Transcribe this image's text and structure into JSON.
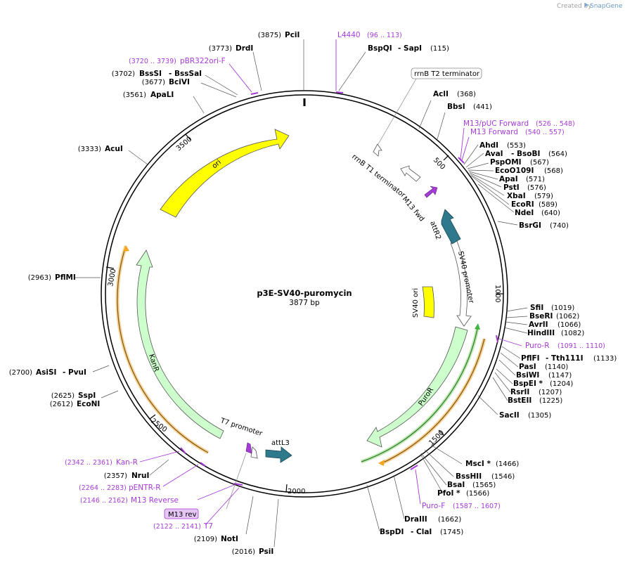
{
  "brand": {
    "created_by": "Created by",
    "name": "SnapGene"
  },
  "plasmid": {
    "name": "p3E-SV40-puromycin",
    "length": "3877 bp"
  },
  "ticks": [
    "500",
    "1000",
    "1500",
    "2000",
    "2500",
    "3000",
    "3500"
  ],
  "features": {
    "ori": "ori",
    "kanr": "KanR",
    "puror": "PuroR",
    "sv40_promoter": "SV40 promoter",
    "sv40_ori": "SV40 ori",
    "attr2": "attR2",
    "attl3": "attL3",
    "m13_fwd": "M13 fwd",
    "rrnb_t1": "rrnB T1 terminator",
    "rrnb_t2": "rrnB T2 terminator",
    "t7_promoter": "T7 promoter",
    "m13_rev": "M13 rev"
  },
  "sites": {
    "PciI": {
      "name": "PciI",
      "pos": "(3875)"
    },
    "BspQI": {
      "name": "BspQI",
      "pos": ""
    },
    "SapI": {
      "name": "- SapI",
      "pos": "(115)"
    },
    "DrdI": {
      "name": "DrdI",
      "pos": "(3773)"
    },
    "BssSI": {
      "name": "BssSI",
      "pos": "(3702)"
    },
    "BssSaI": {
      "name": "- BssSaI",
      "pos": ""
    },
    "BciVI": {
      "name": "BciVI",
      "pos": "(3677)"
    },
    "ApaLI": {
      "name": "ApaLI",
      "pos": "(3561)"
    },
    "AcuI": {
      "name": "AcuI",
      "pos": "(3333)"
    },
    "PflMI": {
      "name": "PflMI",
      "pos": "(2963)"
    },
    "AsiSI": {
      "name": "AsiSI",
      "pos": "(2700)"
    },
    "PvuI": {
      "name": "- PvuI",
      "pos": ""
    },
    "SspI": {
      "name": "SspI",
      "pos": "(2625)"
    },
    "EcoNI": {
      "name": "EcoNI",
      "pos": "(2612)"
    },
    "NruI": {
      "name": "NruI",
      "pos": "(2357)"
    },
    "NotI": {
      "name": "NotI",
      "pos": "(2109)"
    },
    "PsiI": {
      "name": "PsiI",
      "pos": "(2016)"
    },
    "AclI": {
      "name": "AclI",
      "pos": "(368)"
    },
    "BbsI": {
      "name": "BbsI",
      "pos": "(441)"
    },
    "AhdI": {
      "name": "AhdI",
      "pos": "(553)"
    },
    "AvaI": {
      "name": "AvaI",
      "pos": ""
    },
    "BsoBI": {
      "name": "- BsoBI",
      "pos": "(564)"
    },
    "PspOMI": {
      "name": "PspOMI",
      "pos": "(567)"
    },
    "EcoO109I": {
      "name": "EcoO109I",
      "pos": "(568)"
    },
    "ApaI": {
      "name": "ApaI",
      "pos": "(571)"
    },
    "PstI": {
      "name": "PstI",
      "pos": "(576)"
    },
    "XbaI": {
      "name": "XbaI",
      "pos": "(579)"
    },
    "EcoRI": {
      "name": "EcoRI",
      "pos": "(589)"
    },
    "NdeI": {
      "name": "NdeI",
      "pos": "(640)"
    },
    "BsrGI": {
      "name": "BsrGI",
      "pos": "(740)"
    },
    "SfiI": {
      "name": "SfiI",
      "pos": "(1019)"
    },
    "BseRI": {
      "name": "BseRI",
      "pos": "(1062)"
    },
    "AvrII": {
      "name": "AvrII",
      "pos": "(1066)"
    },
    "HindIII": {
      "name": "HindIII",
      "pos": "(1082)"
    },
    "PflFI": {
      "name": "PflFI",
      "pos": ""
    },
    "Tth111I": {
      "name": "- Tth111I",
      "pos": "(1133)"
    },
    "PasI": {
      "name": "PasI",
      "pos": "(1140)"
    },
    "BsiWI": {
      "name": "BsiWI",
      "pos": "(1147)"
    },
    "BspEI": {
      "name": "BspEI *",
      "pos": "(1204)"
    },
    "RsrII": {
      "name": "RsrII",
      "pos": "(1207)"
    },
    "BstEII": {
      "name": "BstEII",
      "pos": "(1225)"
    },
    "SacII": {
      "name": "SacII",
      "pos": "(1305)"
    },
    "MscI": {
      "name": "MscI *",
      "pos": "(1466)"
    },
    "BssHII": {
      "name": "BssHII",
      "pos": "(1546)"
    },
    "BsaI": {
      "name": "BsaI",
      "pos": "(1565)"
    },
    "PfoI": {
      "name": "PfoI *",
      "pos": "(1566)"
    },
    "DraIII": {
      "name": "DraIII",
      "pos": "(1662)"
    },
    "BspDI": {
      "name": "BspDI",
      "pos": ""
    },
    "ClaI": {
      "name": "- ClaI",
      "pos": "(1745)"
    }
  },
  "primers": {
    "L4440": {
      "name": "L4440",
      "range": "(96 .. 113)"
    },
    "pBR322ori_F": {
      "name": "pBR322ori-F",
      "range": "(3720 .. 3739)"
    },
    "M13_pUC_Forward": {
      "name": "M13/pUC Forward",
      "range": "(526 .. 548)"
    },
    "M13_Forward": {
      "name": "M13 Forward",
      "range": "(540 .. 557)"
    },
    "Puro_R": {
      "name": "Puro-R",
      "range": "(1091 .. 1110)"
    },
    "Puro_F": {
      "name": "Puro-F",
      "range": "(1587 .. 1607)"
    },
    "Kan_R": {
      "name": "Kan-R",
      "range": "(2342 .. 2361)"
    },
    "pENTR_R": {
      "name": "pENTR-R",
      "range": "(2264 .. 2283)"
    },
    "M13_Reverse": {
      "name": "M13 Reverse",
      "range": "(2146 .. 2162)"
    },
    "T7": {
      "name": "T7",
      "range": "(2122 .. 2141)"
    }
  },
  "colors": {
    "backbone": "#000000",
    "ori": "#ffff00",
    "marker": "#ccffcc",
    "marker_stroke": "#3fb63f",
    "att": "#2e7a8c",
    "primer": "#a63bd8",
    "orf_orange": "#f5a623",
    "orf_green": "#4caf50"
  }
}
